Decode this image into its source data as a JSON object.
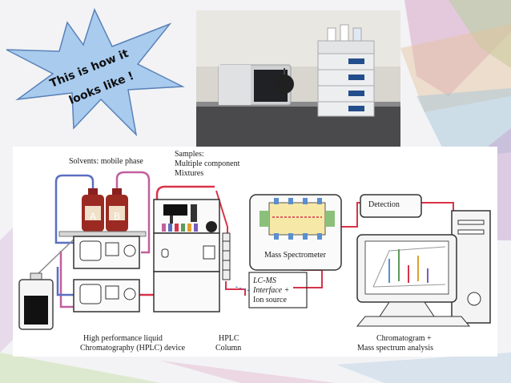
{
  "slide": {
    "callout_line1": "This is how it",
    "callout_line2": "looks like !"
  },
  "diagram": {
    "solvents_label": "Solvents: mobile phase",
    "samples_line1": "Samples:",
    "samples_line2": "Multiple component",
    "samples_line3": "Mixtures",
    "bottle_a": "A",
    "bottle_b": "B",
    "mass_spec_label": "Mass Spectrometer",
    "detection_label": "Detection",
    "interface_line1": "LC-MS",
    "interface_line2": "Interface +",
    "interface_line3": "Ion source",
    "hplc_device_line1": "High performance liquid",
    "hplc_device_line2": "Chromatography (HPLC) device",
    "column_line1": "HPLC",
    "column_line2": "Column",
    "analysis_line1": "Chromatogram +",
    "analysis_line2": "Mass spectrum analysis"
  },
  "colors": {
    "star_fill": "#a9cbee",
    "star_stroke": "#5a82b8",
    "flow_red": "#d8334a",
    "flow_blue": "#5b6fc0",
    "flow_pink": "#c0609e",
    "spec_yellow": "#f6e8a6"
  }
}
